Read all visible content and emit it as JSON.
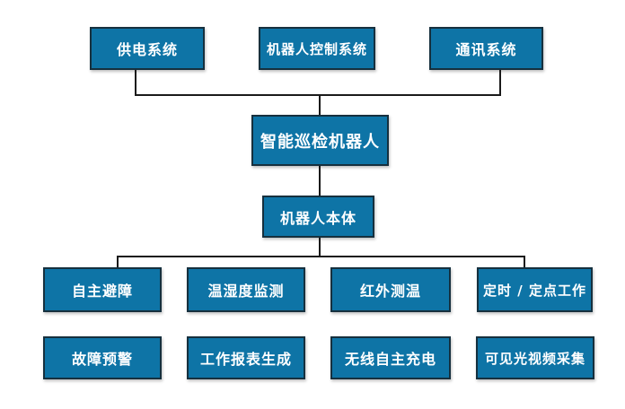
{
  "diagram": {
    "type": "hierarchy-diagram",
    "colors": {
      "box_fill": "#0e74a6",
      "box_border": "#16303e",
      "connector_line": "#1a1a1a",
      "text": "#ffffff",
      "background": "#ffffff"
    },
    "nodes": {
      "power": {
        "label": "供电系统"
      },
      "control": {
        "label": "机器人控制系统"
      },
      "comm": {
        "label": "通讯系统"
      },
      "robot": {
        "label": "智能巡检机器人"
      },
      "body": {
        "label": "机器人本体"
      },
      "row1": [
        {
          "label": "自主避障"
        },
        {
          "label": "温湿度监测"
        },
        {
          "label": "红外测温"
        },
        {
          "label": "定时 / 定点工作"
        }
      ],
      "row2": [
        {
          "label": "故障预警"
        },
        {
          "label": "工作报表生成"
        },
        {
          "label": "无线自主充电"
        },
        {
          "label": "可见光视频采集"
        }
      ]
    },
    "edges": [
      {
        "from": "供电系统",
        "to": "智能巡检机器人"
      },
      {
        "from": "通讯系统",
        "to": "智能巡检机器人"
      },
      {
        "from": "智能巡检机器人",
        "to": "机器人本体"
      },
      {
        "from": "机器人本体",
        "to": "自主避障"
      },
      {
        "from": "机器人本体",
        "to": "定时 / 定点工作"
      }
    ]
  }
}
